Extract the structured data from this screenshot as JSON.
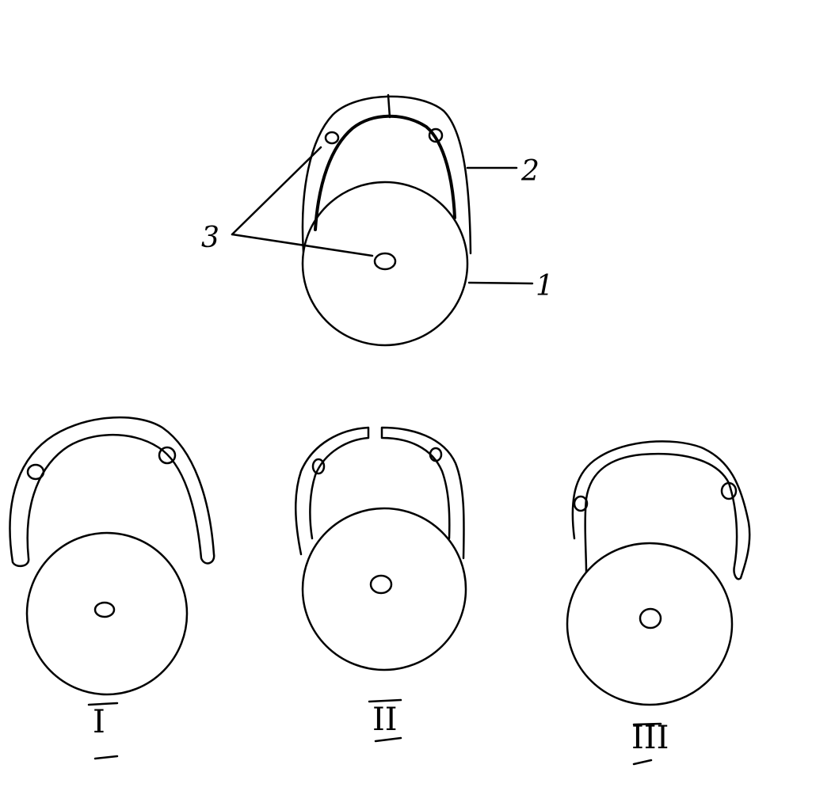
{
  "labels": {
    "part_1": "1",
    "part_2": "2",
    "part_3": "3"
  },
  "variants": [
    "I",
    "II",
    "III"
  ],
  "colors": {
    "ink": "#000000",
    "background": "#ffffff"
  }
}
